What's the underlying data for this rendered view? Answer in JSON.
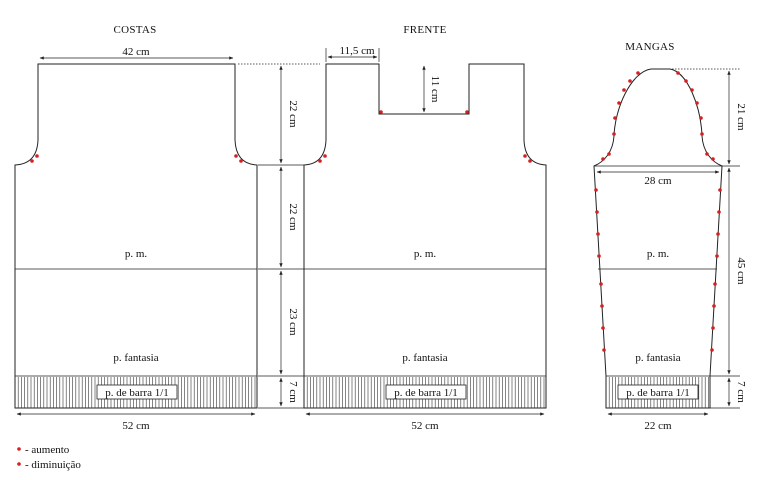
{
  "titles": {
    "back": "COSTAS",
    "front": "FRENTE",
    "sleeves": "MANGAS"
  },
  "back": {
    "top_width": "42 cm",
    "armhole_height": "22 cm",
    "body_upper_height": "22 cm",
    "body_lower_height": "23 cm",
    "rib_height": "7 cm",
    "bottom_width": "52 cm",
    "stitch_upper": "p. m.",
    "stitch_lower": "p. fantasia",
    "stitch_rib": "p. de barra 1/1"
  },
  "front": {
    "shoulder_width": "11,5 cm",
    "neck_depth": "11 cm",
    "bottom_width": "52 cm",
    "stitch_upper": "p. m.",
    "stitch_lower": "p. fantasia",
    "stitch_rib": "p. de barra 1/1"
  },
  "sleeve": {
    "cap_height": "21 cm",
    "upper_width": "28 cm",
    "body_height": "45 cm",
    "rib_height": "7 cm",
    "bottom_width": "22 cm",
    "stitch_upper": "p. m.",
    "stitch_lower": "p. fantasia",
    "stitch_rib": "p. de barra 1/1"
  },
  "legend": {
    "increase": "- aumento",
    "decrease": "- diminuição"
  },
  "colors": {
    "marker": "#d62020",
    "line": "#222222"
  }
}
